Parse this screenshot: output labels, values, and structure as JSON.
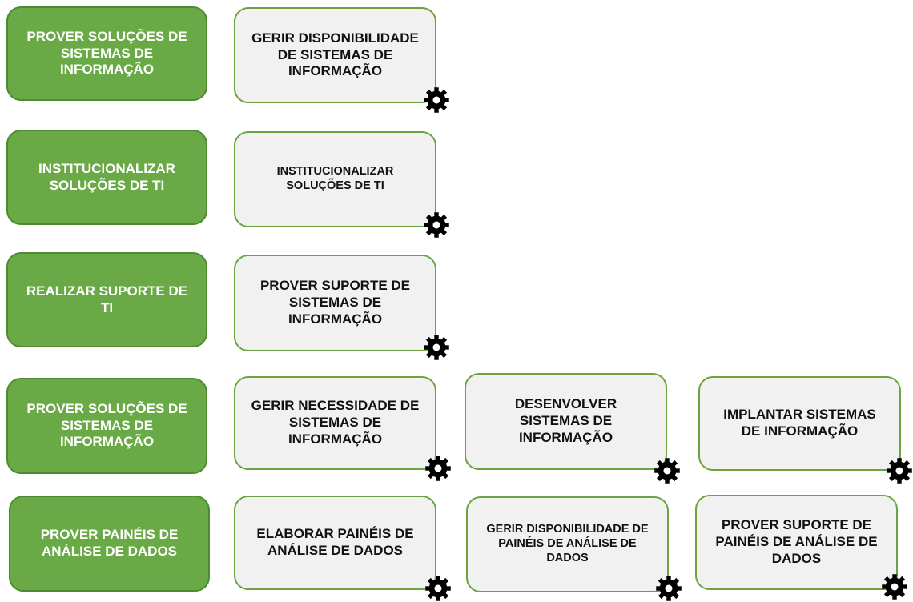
{
  "rows": [
    {
      "category": "PROVER SOLUÇÕES DE SISTEMAS DE INFORMAÇÃO",
      "processes": [
        "GERIR DISPONIBILIDADE DE SISTEMAS DE INFORMAÇÃO"
      ]
    },
    {
      "category": "INSTITUCIONALIZAR SOLUÇÕES DE TI",
      "processes": [
        "INSTITUCIONALIZAR SOLUÇÕES DE TI"
      ]
    },
    {
      "category": "REALIZAR SUPORTE DE TI",
      "processes": [
        "PROVER SUPORTE DE SISTEMAS DE INFORMAÇÃO"
      ]
    },
    {
      "category": "PROVER SOLUÇÕES DE SISTEMAS DE INFORMAÇÃO",
      "processes": [
        "GERIR NECESSIDADE DE SISTEMAS DE INFORMAÇÃO",
        "DESENVOLVER SISTEMAS DE INFORMAÇÃO",
        "IMPLANTAR SISTEMAS DE INFORMAÇÃO"
      ]
    },
    {
      "category": "PROVER PAINÉIS DE ANÁLISE DE DADOS",
      "processes": [
        "ELABORAR PAINÉIS DE ANÁLISE DE DADOS",
        "GERIR DISPONIBILIDADE DE PAINÉIS DE ANÁLISE DE DADOS",
        "PROVER SUPORTE DE PAINÉIS DE ANÁLISE DE DADOS"
      ]
    }
  ],
  "colors": {
    "category_fill": "#6aaa46",
    "category_border": "#4f8a33",
    "process_fill": "#f1f1f1",
    "process_border": "#6aa340",
    "gear": "#000000"
  },
  "icons": {
    "process_marker": "gear-icon"
  }
}
